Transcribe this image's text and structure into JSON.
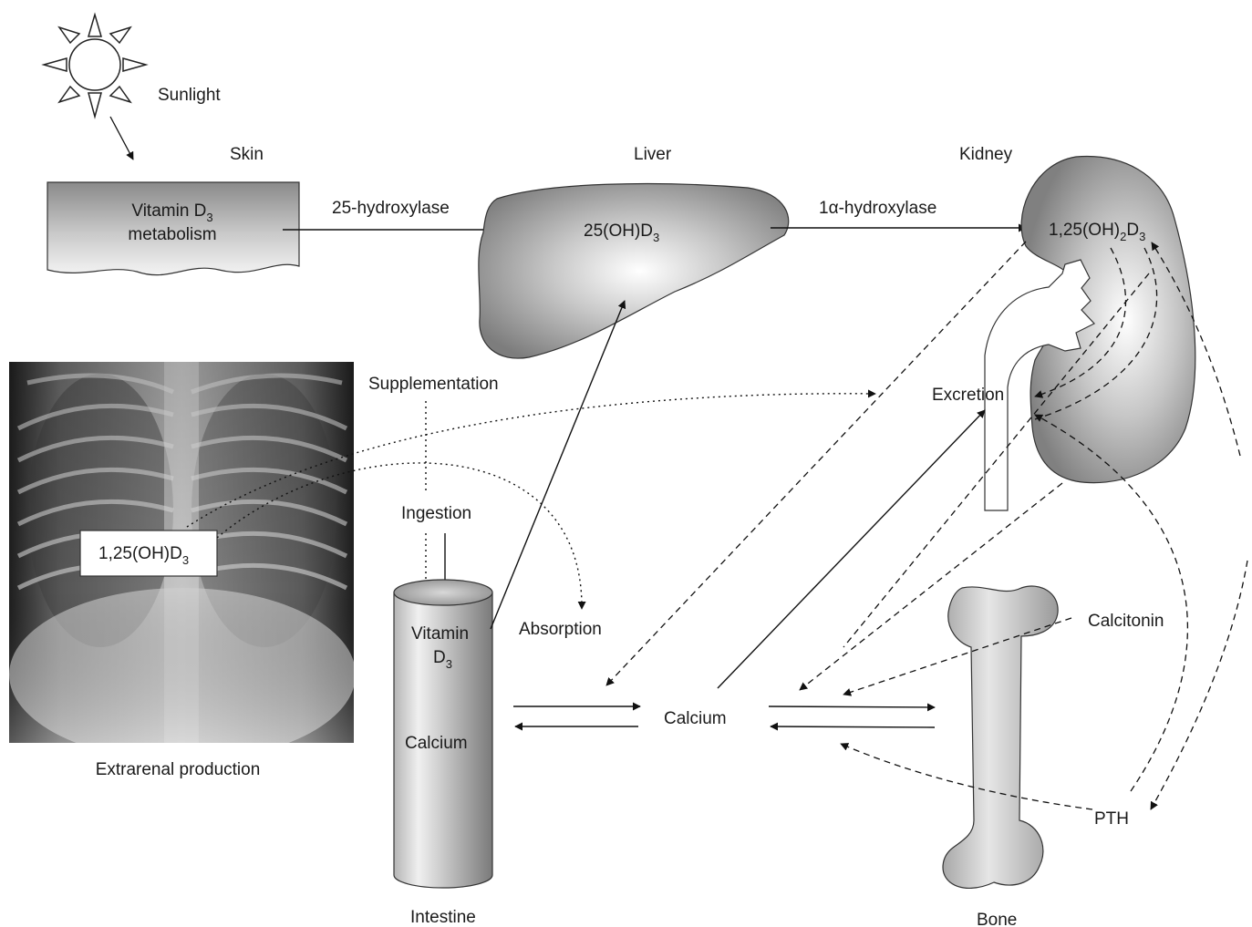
{
  "labels": {
    "sunlight": "Sunlight",
    "skin": "Skin",
    "liver": "Liver",
    "kidney": "Kidney",
    "skin_line1_pre": "Vitamin D",
    "skin_line1_sub": "3",
    "skin_line2": "metabolism",
    "enzyme_25": "25-hydroxylase",
    "enzyme_1a_pre": "1",
    "enzyme_1a_greek": "α",
    "enzyme_1a_post": "-hydroxylase",
    "liver_product_pre": "25(OH)D",
    "liver_product_sub": "3",
    "kidney_product_pre": "1,25(OH)",
    "kidney_product_sub1": "2",
    "kidney_product_mid": "D",
    "kidney_product_sub2": "3",
    "supplementation": "Supplementation",
    "excretion": "Excretion",
    "extrarenal_box_pre": "1,25(OH)D",
    "extrarenal_box_sub": "3",
    "extrarenal": "Extrarenal production",
    "ingestion": "Ingestion",
    "absorption": "Absorption",
    "intestine_vit": "Vitamin",
    "intestine_d_pre": "D",
    "intestine_d_sub": "3",
    "intestine_calcium": "Calcium",
    "intestine": "Intestine",
    "calcium": "Calcium",
    "calcitonin": "Calcitonin",
    "pth": "PTH",
    "bone": "Bone"
  }
}
